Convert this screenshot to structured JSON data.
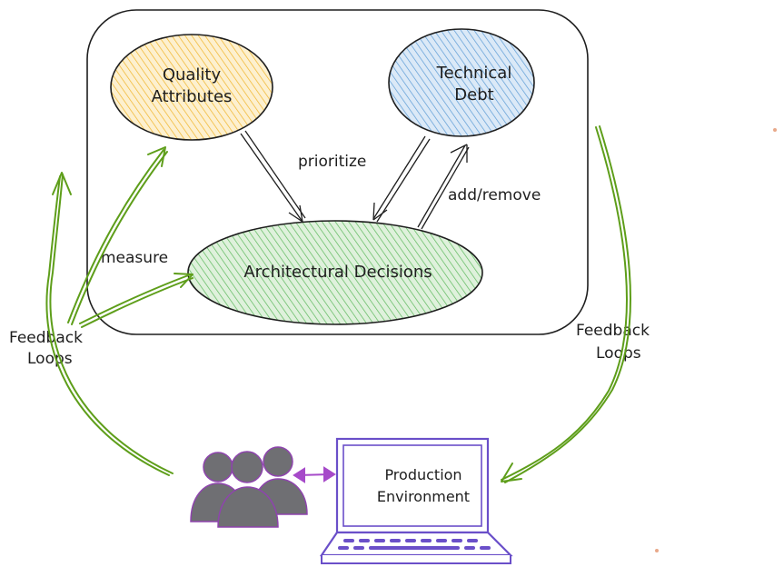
{
  "nodes": {
    "quality_attributes": {
      "line1": "Quality",
      "line2": "Attributes",
      "color": "#f5c542"
    },
    "technical_debt": {
      "line1": "Technical",
      "line2": "Debt",
      "color": "#74a9e0"
    },
    "architectural_decisions": {
      "label": "Architectural Decisions",
      "color": "#6fc36b"
    },
    "production_environment": {
      "line1": "Production",
      "line2": "Environment"
    }
  },
  "edge_labels": {
    "prioritize": "prioritize",
    "add_remove": "add/remove",
    "measure": "measure",
    "feedback_left_line1": "Feedback",
    "feedback_left_line2": "Loops",
    "feedback_right_line1": "Feedback",
    "feedback_right_line2": "Loops"
  },
  "colors": {
    "feedback_arrow": "#5e9e1a",
    "people": "#6f6f73",
    "people_outline": "#8e44ad",
    "laptop": "#6a4fc9",
    "link_arrow": "#a64ac9"
  }
}
